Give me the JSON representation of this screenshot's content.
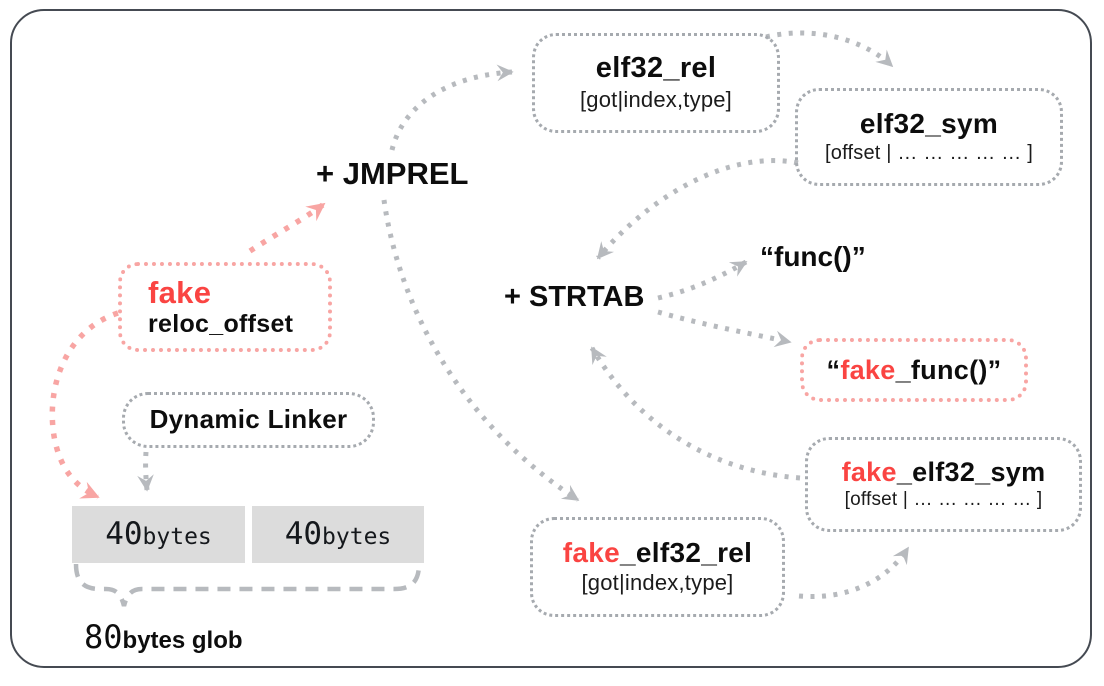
{
  "colors": {
    "accent_red": "#fa4442",
    "pink_dots": "#f8a5a3",
    "gray_dots": "#b7babe",
    "gray_box_dots": "#a6aaaf",
    "block_fill": "#dcdcdc",
    "frame_border": "#454a52",
    "text": "#0d0d0d",
    "background": "#ffffff"
  },
  "nodes": {
    "elf32_rel": {
      "title": "elf32_rel",
      "subtitle": "[got|index,type]"
    },
    "elf32_sym": {
      "title": "elf32_sym",
      "subtitle": "[offset | … … … … … ]"
    },
    "jmprel": {
      "label": "+ JMPREL"
    },
    "strtab": {
      "label": "+ STRTAB"
    },
    "func": {
      "label": "“func()”"
    },
    "fake_reloc": {
      "accent": "fake",
      "label": "reloc_offset"
    },
    "dynamic_linker": {
      "label": "Dynamic Linker"
    },
    "fake_func": {
      "open": "“",
      "accent": "fake",
      "rest": "_func()",
      "close": "”"
    },
    "fake_elf32_sym": {
      "accent": "fake",
      "rest": "_elf32_sym",
      "subtitle": "[offset | … … … … … ]"
    },
    "fake_elf32_rel": {
      "accent": "fake",
      "rest": "_elf32_rel",
      "subtitle": "[got|index,type]"
    },
    "block_left": {
      "num": "40",
      "unit": "bytes"
    },
    "block_right": {
      "num": "40",
      "unit": "bytes"
    },
    "glob_label": {
      "num": "80",
      "rest": "bytes glob"
    }
  }
}
